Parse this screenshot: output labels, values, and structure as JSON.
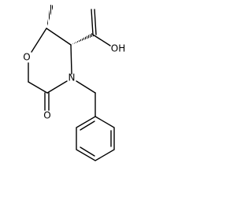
{
  "molecule": {
    "atoms": {
      "ring_oxygen": "O",
      "carbonyl_oxygen": "O",
      "nitrogen": "N",
      "hydroxyl": "OH"
    }
  }
}
